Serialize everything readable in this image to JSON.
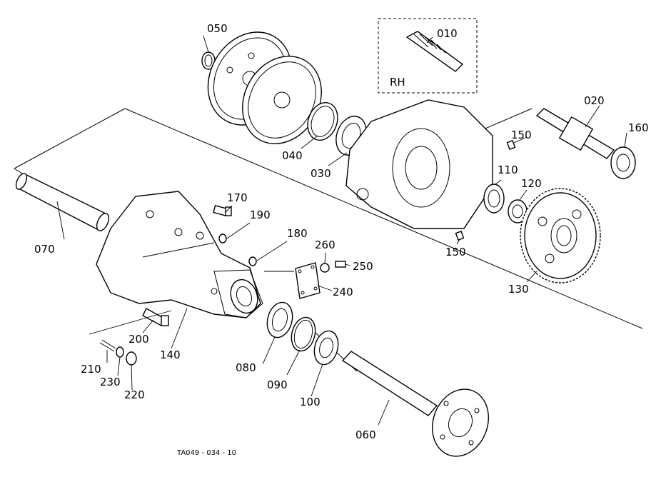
{
  "diagram": {
    "drawing_code": "TA049 - 034 - 10",
    "inset_label": "RH",
    "parts": [
      {
        "id": "010",
        "label": "010"
      },
      {
        "id": "020",
        "label": "020"
      },
      {
        "id": "030",
        "label": "030"
      },
      {
        "id": "040",
        "label": "040"
      },
      {
        "id": "050",
        "label": "050"
      },
      {
        "id": "060",
        "label": "060"
      },
      {
        "id": "070",
        "label": "070"
      },
      {
        "id": "080",
        "label": "080"
      },
      {
        "id": "090",
        "label": "090"
      },
      {
        "id": "100",
        "label": "100"
      },
      {
        "id": "110",
        "label": "110"
      },
      {
        "id": "120",
        "label": "120"
      },
      {
        "id": "130",
        "label": "130"
      },
      {
        "id": "140",
        "label": "140"
      },
      {
        "id": "150a",
        "label": "150"
      },
      {
        "id": "150b",
        "label": "150"
      },
      {
        "id": "160",
        "label": "160"
      },
      {
        "id": "170",
        "label": "170"
      },
      {
        "id": "180",
        "label": "180"
      },
      {
        "id": "190",
        "label": "190"
      },
      {
        "id": "200",
        "label": "200"
      },
      {
        "id": "210",
        "label": "210"
      },
      {
        "id": "220",
        "label": "220"
      },
      {
        "id": "230",
        "label": "230"
      },
      {
        "id": "240",
        "label": "240"
      },
      {
        "id": "250",
        "label": "250"
      },
      {
        "id": "260",
        "label": "260"
      }
    ]
  }
}
